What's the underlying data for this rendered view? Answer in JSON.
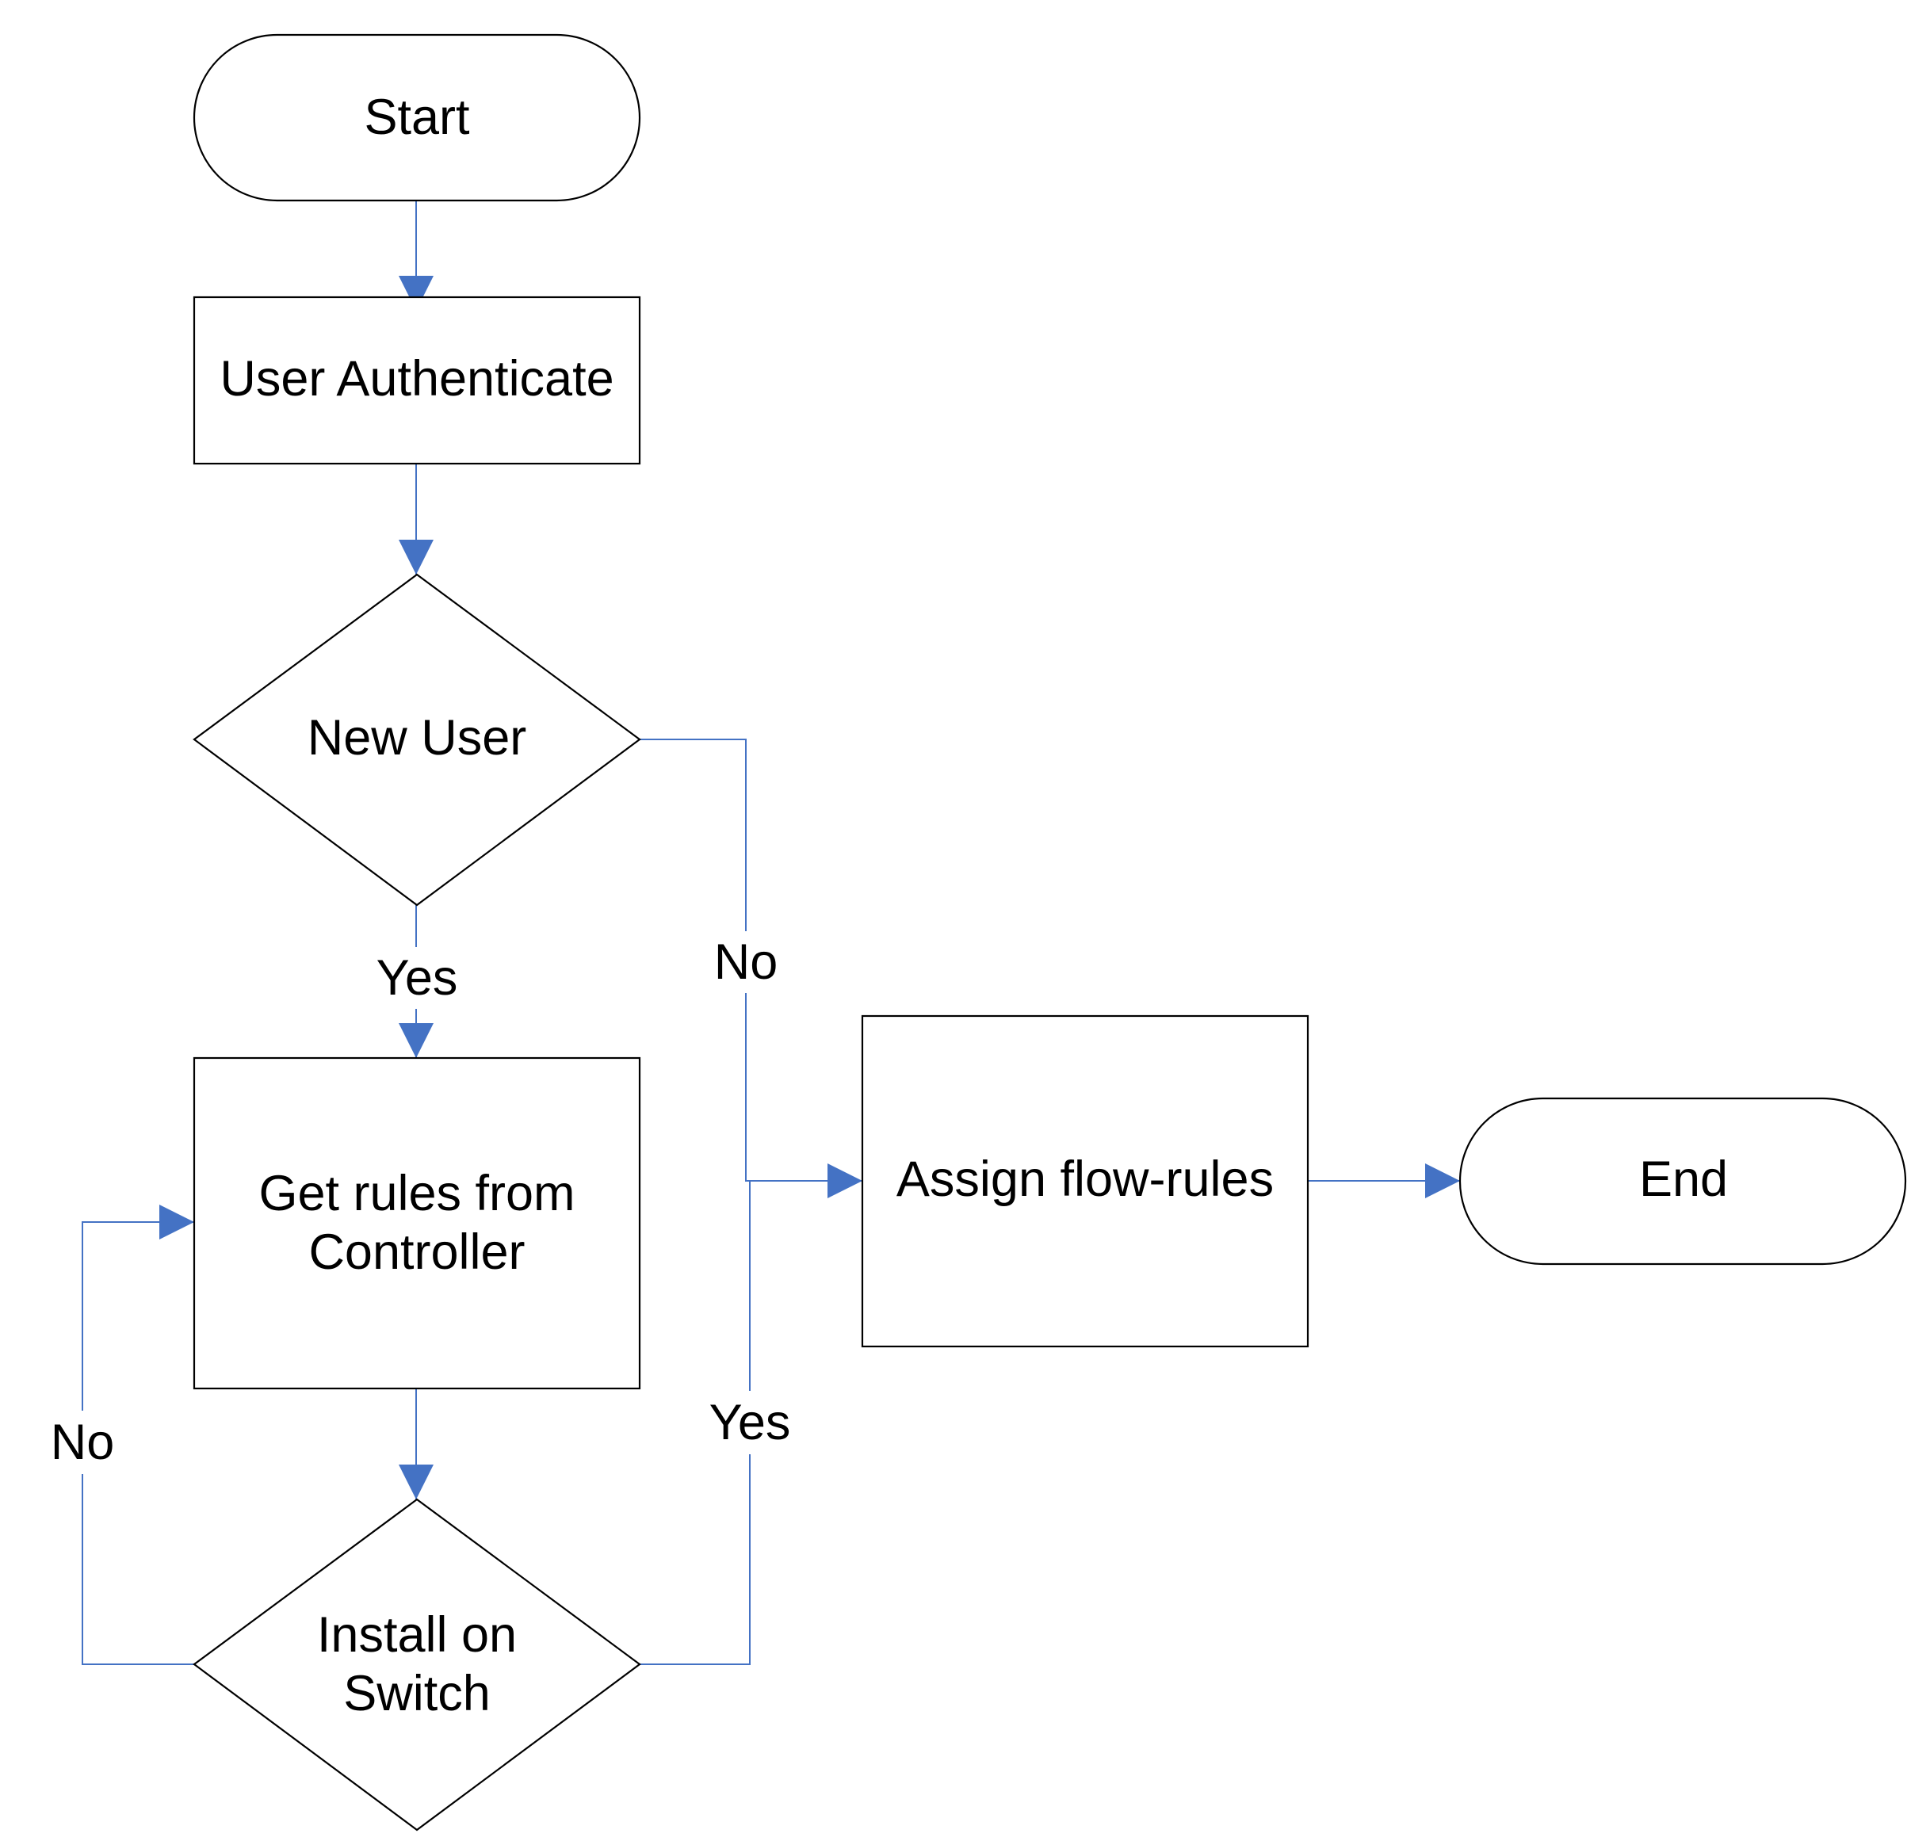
{
  "connector_color": "#4472C4",
  "nodes": {
    "start": {
      "label": "Start"
    },
    "authenticate": {
      "label": "User Authenticate"
    },
    "new_user": {
      "label": "New User"
    },
    "get_rules": {
      "line1": "Get rules from",
      "line2": "Controller"
    },
    "install": {
      "line1": "Install on",
      "line2": "Switch"
    },
    "assign": {
      "label": "Assign flow-rules"
    },
    "end": {
      "label": "End"
    }
  },
  "edge_labels": {
    "new_user_yes": "Yes",
    "new_user_no": "No",
    "install_yes": "Yes",
    "install_no": "No"
  }
}
